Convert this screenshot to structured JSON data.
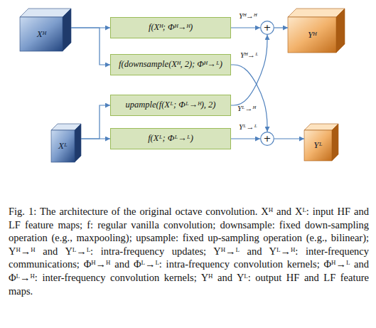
{
  "diagram": {
    "caption": "Fig. 1: The architecture of the original octave convolution. Xᴴ and Xᴸ: input HF and LF feature maps; f: regular vanilla convolution; downsample: fixed down-sampling operation (e.g., maxpooling); upsample: fixed up-sampling operation (e.g., bilinear); Yᴴ→ᴴ and Yᴸ→ᴸ: intra-frequency updates; Yᴴ→ᴸ and Yᴸ→ᴴ: inter-frequency communications; Φᴴ→ᴴ and Φᴸ→ᴸ: intra-frequency convolution kernels; Φᴴ→ᴸ and Φᴸ→ᴴ: inter-frequency convolution kernels; Yᴴ and Yᴸ: output HF and LF feature maps.",
    "nodes": [
      {
        "text": [
          "Xᴴ"
        ]
      },
      {
        "text": [
          "Xᴸ"
        ]
      },
      {
        "text": [
          "f(Xᴴ; Φᴴ→ᴴ)"
        ]
      },
      {
        "text": [
          "f(downsample(Xᴴ, 2); Φᴴ→ᴸ)"
        ]
      },
      {
        "text": [
          "upample(f(Xᴸ; Φᴸ→ᴴ), 2)"
        ]
      },
      {
        "text": [
          "f(Xᴸ; Φᴸ→ᴸ)"
        ]
      },
      {
        "text": [
          "+"
        ]
      },
      {
        "text": [
          "+"
        ]
      },
      {
        "text": [
          "Yᴴ"
        ]
      },
      {
        "text": [
          "Yᴸ"
        ]
      }
    ],
    "edges": [
      {
        "from": 0,
        "to": 2,
        "arrow": "to"
      },
      {
        "from": 0,
        "to": 3,
        "arrow": "to"
      },
      {
        "from": 1,
        "to": 4,
        "arrow": "to"
      },
      {
        "from": 1,
        "to": 5,
        "arrow": "to"
      },
      {
        "from": 2,
        "to": 6,
        "arrow": "to",
        "label": "Yᴴ→ᴴ"
      },
      {
        "from": 3,
        "to": 7,
        "arrow": "to",
        "label": "Yᴴ→ᴸ"
      },
      {
        "from": 4,
        "to": 6,
        "arrow": "to",
        "label": "Yᴸ→ᴴ"
      },
      {
        "from": 5,
        "to": 7,
        "arrow": "to",
        "label": "Yᴸ→ᴸ"
      },
      {
        "from": 6,
        "to": 8,
        "arrow": "to"
      },
      {
        "from": 7,
        "to": 9,
        "arrow": "to"
      }
    ]
  }
}
